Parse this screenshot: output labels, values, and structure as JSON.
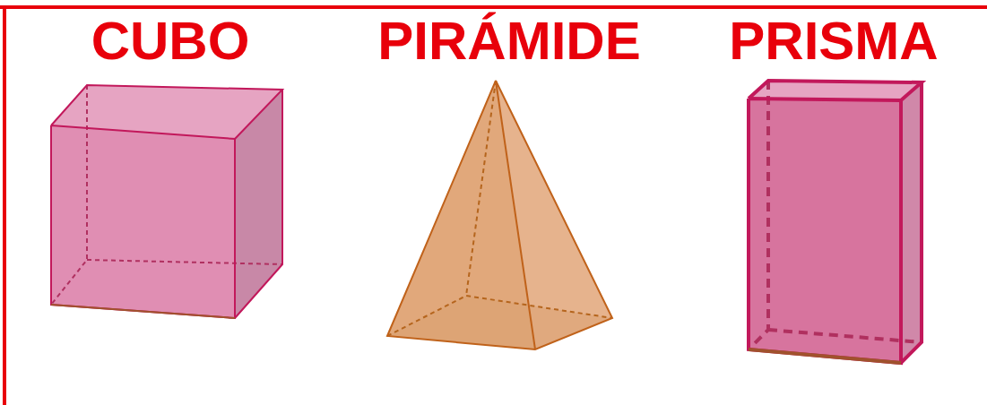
{
  "diagram": {
    "labels": [
      "CUBO",
      "PIRÁMIDE",
      "PRISMA"
    ]
  }
}
